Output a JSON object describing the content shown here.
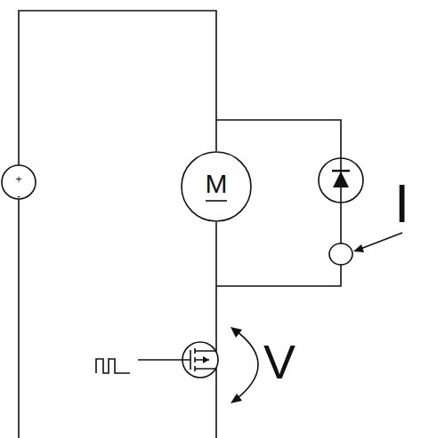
{
  "diagram": {
    "nodes": [
      {
        "text": [
          "M"
        ]
      }
    ],
    "labels": [
      "+",
      "-",
      "I",
      "V"
    ]
  }
}
